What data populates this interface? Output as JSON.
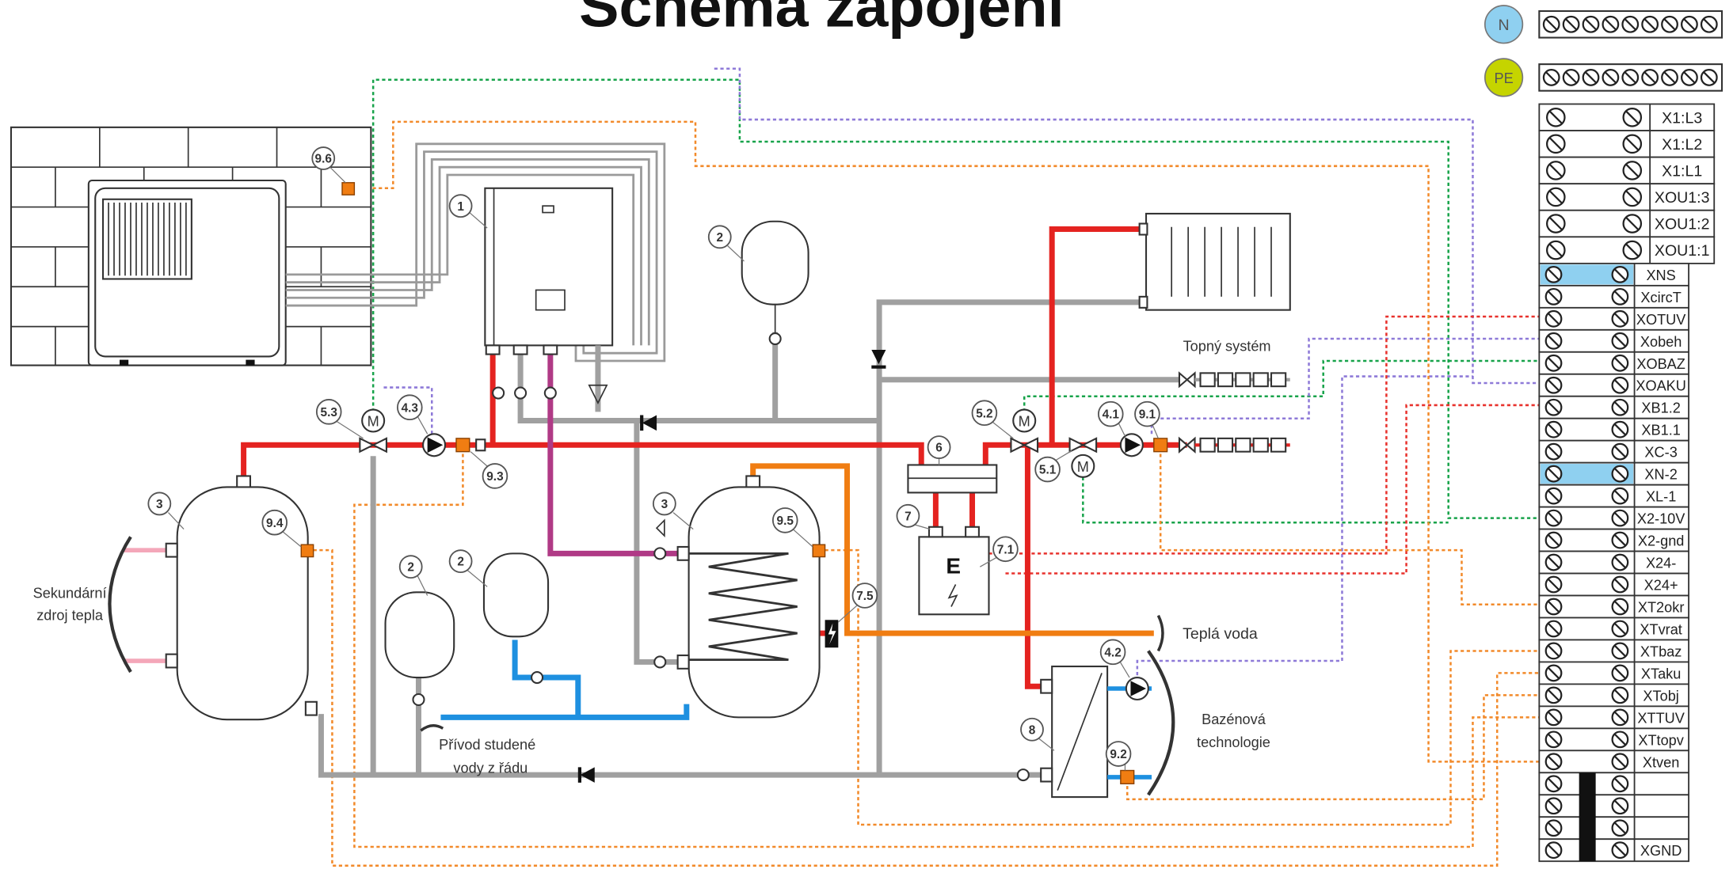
{
  "title": "Schéma zapojení",
  "terminals": {
    "n_label": "N",
    "pe_label": "PE",
    "rows": [
      "X1:L3",
      "X1:L2",
      "X1:L1",
      "XOU1:3",
      "XOU1:2",
      "XOU1:1",
      "XNS",
      "XcircT",
      "XOTUV",
      "Xobeh",
      "XOBAZ",
      "XOAKU",
      "XB1.2",
      "XB1.1",
      "XC-3",
      "XN-2",
      "XL-1",
      "X2-10V",
      "X2-gnd",
      "X24-",
      "X24+",
      "XT2okr",
      "XTvrat",
      "XTbaz",
      "XTaku",
      "XTobj",
      "XTTUV",
      "XTtopv",
      "Xtven",
      "",
      "",
      "",
      "XGND"
    ],
    "highlighted": [
      "XNS",
      "XN-2"
    ]
  },
  "components": {
    "sensor_9_6": "9.6",
    "indoor_unit_1": "1",
    "expansion_tank_top_2": "2",
    "buffer_tank_3": "3",
    "dhw_tank_3": "3",
    "mixing_valve_5_3": "5.3",
    "pump_4_3": "4.3",
    "sensor_9_3": "9.3",
    "sensor_9_4": "9.4",
    "expansion_tank_left_2": "2",
    "expansion_tank_cold_2": "2",
    "sensor_9_5": "9.5",
    "heater_7_5": "7.5",
    "separator_6": "6",
    "mixing_valve_5_2": "5.2",
    "mixing_valve_5_1": "5.1",
    "pump_4_1": "4.1",
    "sensor_9_1": "9.1",
    "connection_7": "7",
    "electric_boiler_7_1": "7.1",
    "pump_4_2": "4.2",
    "heat_exchanger_8": "8",
    "sensor_9_2": "9.2"
  },
  "symbols": {
    "motor": "M",
    "electric_boiler": "E"
  },
  "labels": {
    "heating_system": "Topný systém",
    "secondary_source_line1": "Sekundární",
    "secondary_source_line2": "zdroj tepla",
    "hot_water": "Teplá voda",
    "pool_line1": "Bazénová",
    "pool_line2": "technologie",
    "cold_water_line1": "Přívod studené",
    "cold_water_line2": "vody z řádu"
  },
  "colors": {
    "heating_supply": "#e42320",
    "heating_return": "#a0a0a0",
    "hot_water": "#f07d12",
    "cold_water": "#1e90e0",
    "coil_circuit": "#b03a86",
    "secondary_source": "#f4a7b9",
    "wire_green": "#17a34a",
    "wire_purple": "#8e7ad8",
    "wire_orange": "#f28a2a",
    "wire_red": "#e8322d",
    "neutral": "#8fd0f0",
    "protective_earth": "#c5d400",
    "sensor": "#f07d12"
  }
}
